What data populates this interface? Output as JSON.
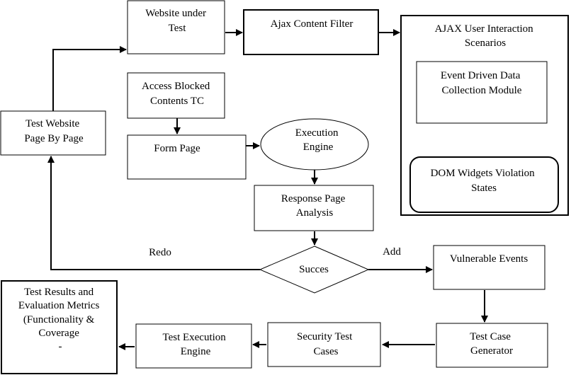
{
  "diagram": {
    "nodes": {
      "website_under_test": [
        "Website under",
        "Test"
      ],
      "ajax_content_filter": [
        "Ajax Content Filter"
      ],
      "ajax_scenarios": [
        "AJAX User Interaction",
        "Scenarios"
      ],
      "event_driven": [
        "Event Driven Data",
        "Collection Module"
      ],
      "dom_widgets": [
        "DOM Widgets Violation",
        "States"
      ],
      "access_blocked": [
        "Access Blocked",
        "Contents TC"
      ],
      "test_website": [
        "Test Website",
        "Page By Page"
      ],
      "form_page": [
        "Form Page"
      ],
      "execution_engine": [
        "Execution",
        "Engine"
      ],
      "response_analysis": [
        "Response Page",
        "Analysis"
      ],
      "succes": [
        "Succes"
      ],
      "vulnerable_events": [
        "Vulnerable Events"
      ],
      "test_case_generator": [
        "Test Case",
        "Generator"
      ],
      "security_test_cases": [
        "Security Test",
        "Cases"
      ],
      "test_execution_engine": [
        "Test Execution",
        "Engine"
      ],
      "test_results": [
        "Test Results and",
        "Evaluation Metrics",
        "(Functionality &",
        "Coverage",
        "-"
      ]
    },
    "edge_labels": {
      "redo": "Redo",
      "add": "Add"
    }
  }
}
